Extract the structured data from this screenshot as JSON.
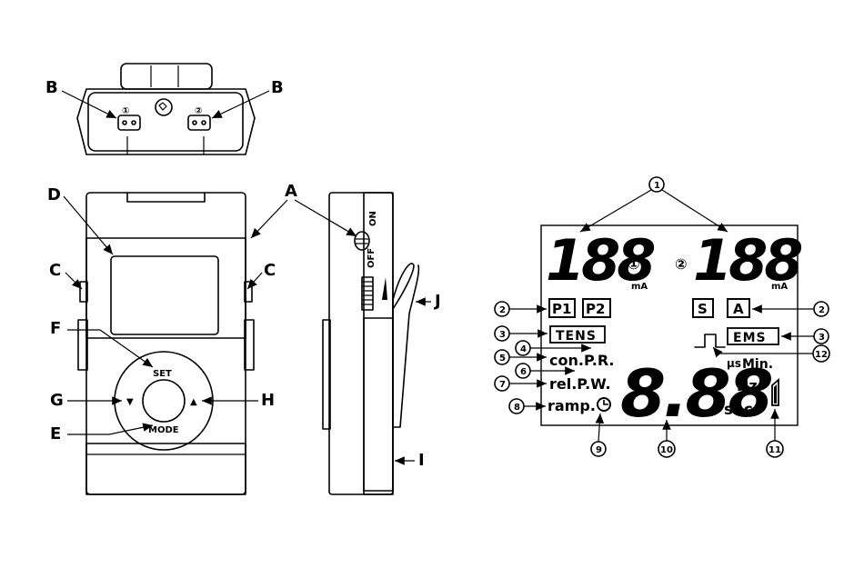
{
  "device_labels": {
    "a": "A",
    "b_left": "B",
    "b_right": "B",
    "c_left": "C",
    "c_right": "C",
    "d": "D",
    "e": "E",
    "f": "F",
    "g": "G",
    "h": "H",
    "i": "I",
    "j": "J"
  },
  "top_view": {
    "ch1": "①",
    "ch2": "②"
  },
  "front": {
    "set": "SET",
    "mode": "MODE",
    "left_arrow": "▼",
    "right_arrow": "▲"
  },
  "side": {
    "switch_on": "ON",
    "switch_off": "OFF"
  },
  "lcd": {
    "ch1_digits": "188",
    "ch1_unit": "mA",
    "ch1_marker": "①",
    "ch2_digits": "188",
    "ch2_unit": "mA",
    "ch2_marker": "②",
    "p1": "P1",
    "p2": "P2",
    "s": "S",
    "a": "A",
    "tens": "TENS",
    "ems": "EMS",
    "con_pr": "con.P.R.",
    "rel_pw": "rel.P.W.",
    "ramp": "ramp.",
    "big_digits": "8.88",
    "us": "µs",
    "min": "Min.",
    "hz": "Hz",
    "sec": "sec"
  },
  "callouts": [
    "1",
    "2",
    "2",
    "3",
    "3",
    "4",
    "5",
    "6",
    "7",
    "8",
    "9",
    "10",
    "11",
    "12"
  ]
}
